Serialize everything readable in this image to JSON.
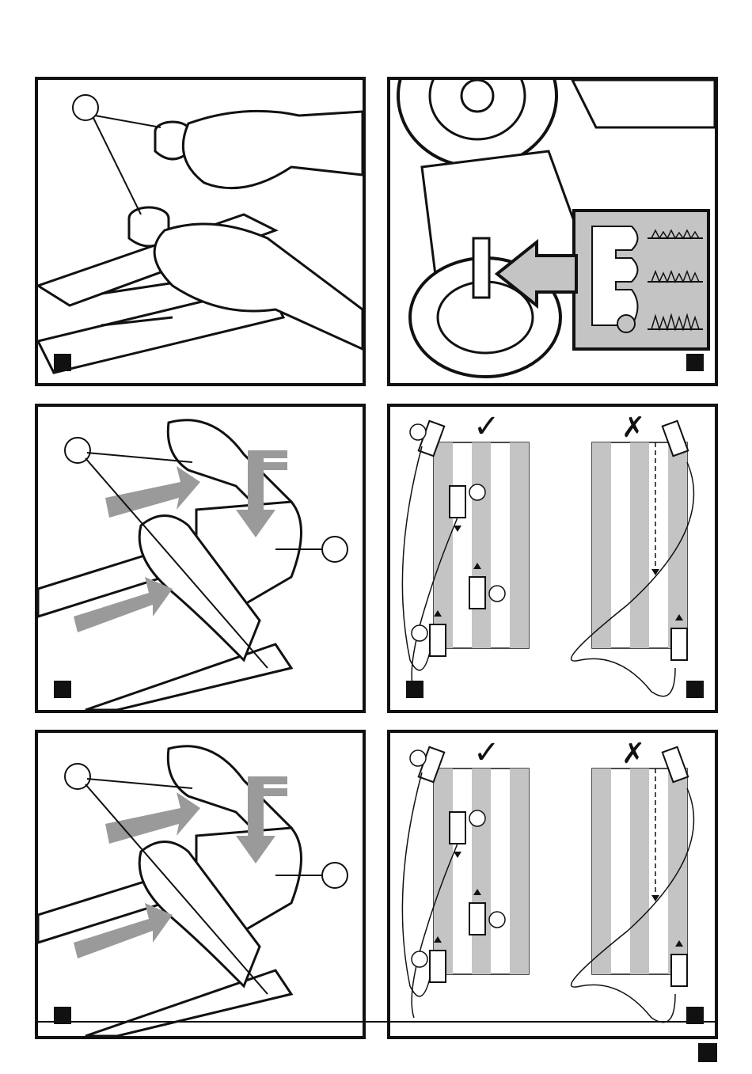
{
  "page": {
    "panels": [
      {
        "id": "handle-grip",
        "callouts": 1
      },
      {
        "id": "height-adjust",
        "callouts": 0
      },
      {
        "id": "switch-box-a",
        "callouts": 2
      },
      {
        "id": "mowing-pattern-a",
        "callouts": 3,
        "correct_mark": "✓",
        "wrong_mark": "✗"
      },
      {
        "id": "switch-box-b",
        "callouts": 2
      },
      {
        "id": "mowing-pattern-b",
        "callouts": 3,
        "correct_mark": "✓",
        "wrong_mark": "✗"
      }
    ],
    "colors": {
      "line": "#111111",
      "stripe": "#c4c4c4",
      "arrow": "#9a9a9a"
    }
  }
}
